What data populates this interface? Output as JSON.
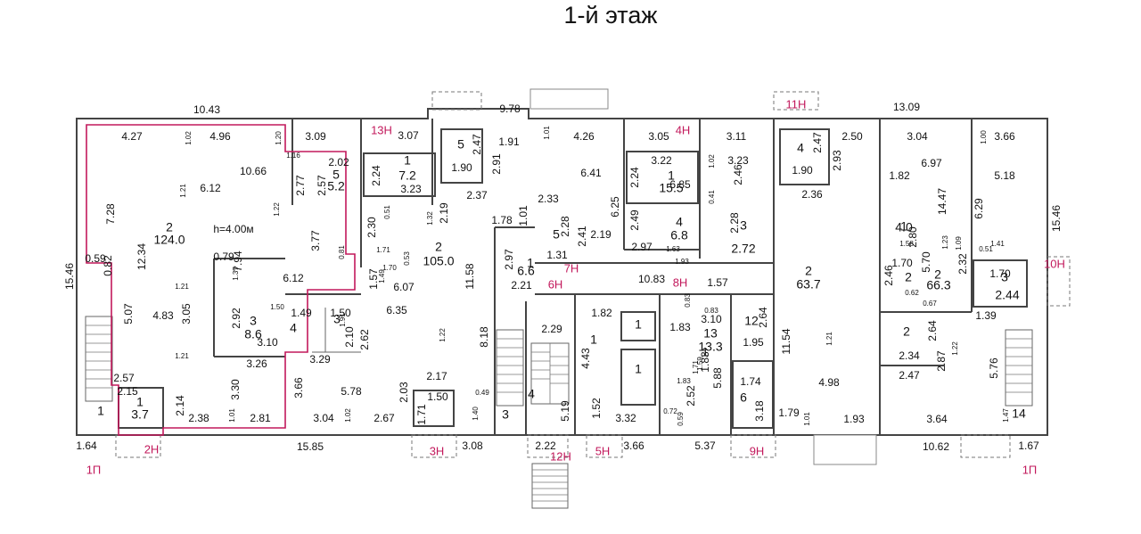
{
  "title": "1-й этаж",
  "colors": {
    "walls": "#444444",
    "unit_outline": "#c2185b",
    "unit_label": "#c2185b",
    "dimensions": "#111111"
  },
  "height_note": "h=4.00м",
  "unit_labels": [
    "1П",
    "1П",
    "2Н",
    "3Н",
    "4Н",
    "5Н",
    "6Н",
    "7Н",
    "8Н",
    "9Н",
    "10Н",
    "11Н",
    "12Н",
    "13Н"
  ],
  "room_numbers": [
    "2",
    "5",
    "1",
    "5",
    "1",
    "4",
    "3",
    "2",
    "3",
    "4",
    "3",
    "2",
    "1",
    "1",
    "1",
    "12",
    "13",
    "1",
    "4",
    "5",
    "6",
    "2",
    "1",
    "1",
    "2",
    "2",
    "4",
    "3",
    "1",
    "14",
    "3",
    "1"
  ],
  "room_areas": [
    "124.0",
    "5.2",
    "7.2",
    "105.0",
    "15.5",
    "6.8",
    "2.72",
    "63.7",
    "8.6",
    "6.6",
    "3.7",
    "13.3",
    "4.0",
    "66.3",
    "2.44"
  ],
  "dimensions": [
    "10.43",
    "9.78",
    "13.09",
    "15.85",
    "10.62",
    "15.46",
    "15.46",
    "4.27",
    "4.96",
    "3.09",
    "3.07",
    "4.26",
    "3.05",
    "3.11",
    "2.50",
    "3.04",
    "3.66",
    "10.66",
    "6.12",
    "7.28",
    "12.34",
    "5.07",
    "4.83",
    "3.05",
    "7.94",
    "6.12",
    "3.77",
    "2.77",
    "2.57",
    "2.02",
    "2.24",
    "3.23",
    "1.90",
    "2.47",
    "2.91",
    "2.37",
    "1.91",
    "6.41",
    "6.25",
    "2.19",
    "2.41",
    "1.31",
    "1.01",
    "2.33",
    "1.78",
    "11.58",
    "2.97",
    "2.21",
    "3.22",
    "6.85",
    "3.23",
    "2.46",
    "2.24",
    "2.49",
    "2.97",
    "2.28",
    "2.93",
    "2.36",
    "1.90",
    "2.47",
    "6.97",
    "14.47",
    "5.18",
    "6.29",
    "1.82",
    "5.70",
    "1.70",
    "2.32",
    "1.70",
    "2.92",
    "3.10",
    "3.26",
    "1.49",
    "1.50",
    "2.62",
    "3.29",
    "6.35",
    "6.07",
    "1.57",
    "2.30",
    "10.83",
    "1.57",
    "1.82",
    "2.29",
    "4.43",
    "1.83",
    "3.10",
    "2.64",
    "1.95",
    "1.74",
    "3.18",
    "1.83",
    "5.88",
    "2.52",
    "11.54",
    "4.98",
    "1.93",
    "1.79",
    "2.64",
    "2.87",
    "2.34",
    "2.47",
    "1.39",
    "5.76",
    "3.64",
    "1.67",
    "1.64",
    "2.57",
    "2.14",
    "2.38",
    "2.81",
    "3.30",
    "3.66",
    "5.78",
    "3.04",
    "2.67",
    "2.03",
    "2.17",
    "1.50",
    "1.71",
    "8.18",
    "5.19",
    "1.52",
    "3.32",
    "3.08",
    "2.22",
    "3.66",
    "5.37",
    "0.59",
    "0.82",
    "0.79",
    "1.37",
    "1.02",
    "1.20",
    "1.16",
    "1.21",
    "1.22",
    "1.21",
    "1.21",
    "0.81",
    "1.91",
    "2.10",
    "1.50",
    "0.51",
    "1.32",
    "2.19",
    "1.71",
    "1.70",
    "0.53",
    "1.49",
    "1.22",
    "0.49",
    "1.40",
    "1.01",
    "2.28",
    "1.02",
    "0.41",
    "1.63",
    "1.93",
    "0.83",
    "0.83",
    "1.71",
    "1.59",
    "1.83",
    "0.72",
    "0.59",
    "1.01",
    "1.21",
    "1.22",
    "1.47",
    "1.58",
    "2.80",
    "1.23",
    "1.09",
    "0.51",
    "1.41",
    "2.46",
    "0.62",
    "0.67",
    "2.15",
    "1.02",
    "1.00",
    "1.01"
  ]
}
